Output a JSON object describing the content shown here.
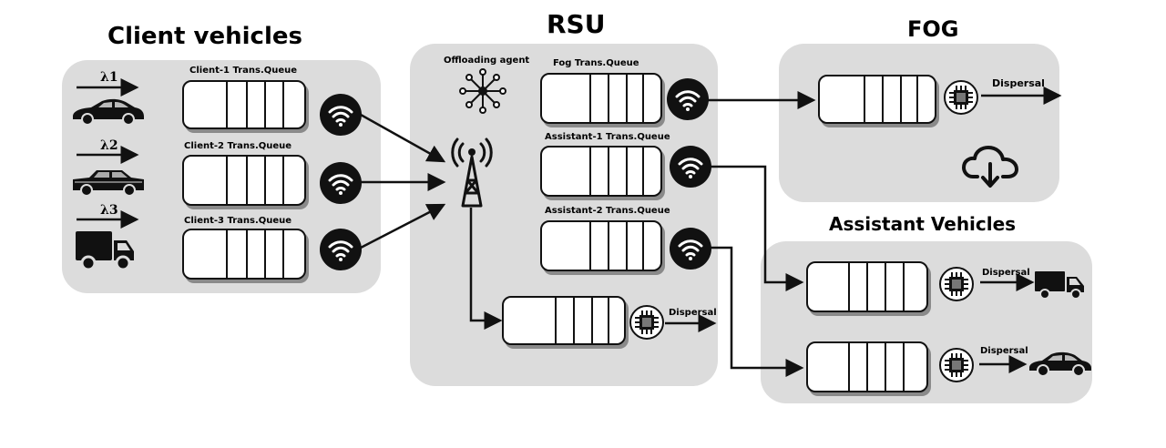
{
  "client_vehicles": {
    "title": "Client vehicles",
    "clients": [
      {
        "lambda": "λ1",
        "queue_label": "Client-1 Trans.Queue",
        "vehicle": "sports-car-icon"
      },
      {
        "lambda": "λ2",
        "queue_label": "Client-2 Trans.Queue",
        "vehicle": "muscle-car-icon"
      },
      {
        "lambda": "λ3",
        "queue_label": "Client-3 Trans.Queue",
        "vehicle": "truck-icon"
      }
    ]
  },
  "rsu": {
    "title": "RSU",
    "agent_label": "Offloading agent",
    "queues": [
      {
        "label": "Fog Trans.Queue"
      },
      {
        "label": "Assistant-1 Trans.Queue"
      },
      {
        "label": "Assistant-2 Trans.Queue"
      }
    ],
    "local_dispersal": "Dispersal"
  },
  "fog": {
    "title": "FOG",
    "dispersal": "Dispersal"
  },
  "assistant_vehicles": {
    "title": "Assistant Vehicles",
    "items": [
      {
        "dispersal": "Dispersal",
        "vehicle": "truck-icon"
      },
      {
        "dispersal": "Dispersal",
        "vehicle": "car-icon"
      }
    ]
  }
}
